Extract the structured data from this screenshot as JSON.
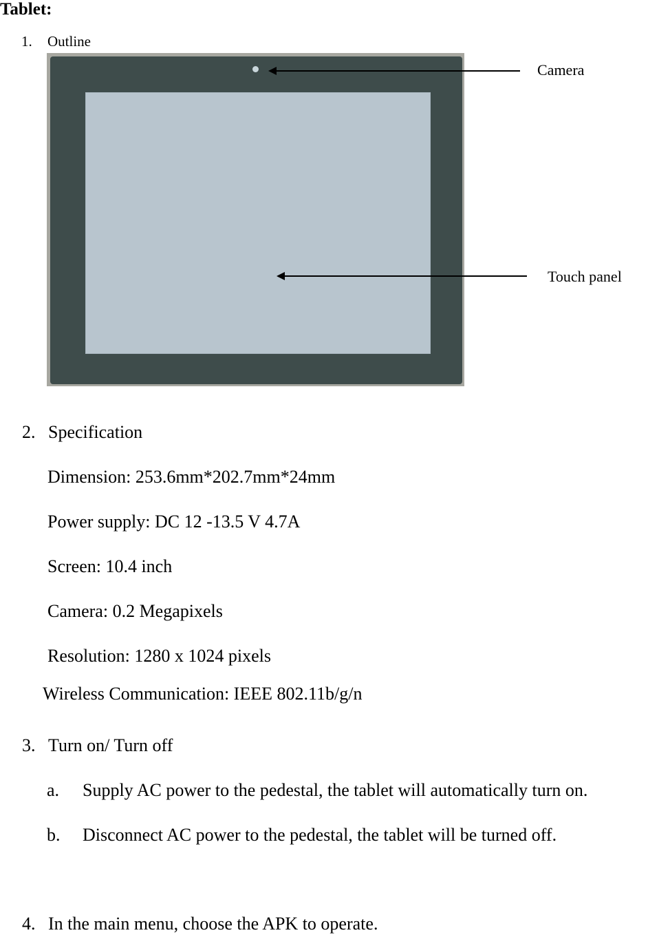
{
  "document": {
    "title": "Tablet:",
    "sections": [
      {
        "number": "1.",
        "heading": "Outline",
        "figure": {
          "callouts": [
            {
              "label": "Camera"
            },
            {
              "label": "Touch panel"
            }
          ]
        }
      },
      {
        "number": "2.",
        "heading": "Specification",
        "specs": [
          "Dimension: 253.6mm*202.7mm*24mm",
          "Power supply: DC 12 -13.5 V  4.7A",
          "Screen: 10.4 inch",
          "Camera: 0.2 Megapixels",
          "Resolution: 1280 x 1024 pixels",
          "Wireless Communication: IEEE 802.11b/g/n"
        ]
      },
      {
        "number": "3.",
        "heading": "Turn on/ Turn off",
        "steps": [
          {
            "marker": "a.",
            "text": "Supply AC power to the pedestal, the tablet will automatically turn on."
          },
          {
            "marker": "b.",
            "text": "Disconnect AC power to the pedestal, the tablet will be turned off."
          }
        ]
      },
      {
        "number": "4.",
        "heading": "In the main menu, choose the APK to operate."
      }
    ]
  }
}
